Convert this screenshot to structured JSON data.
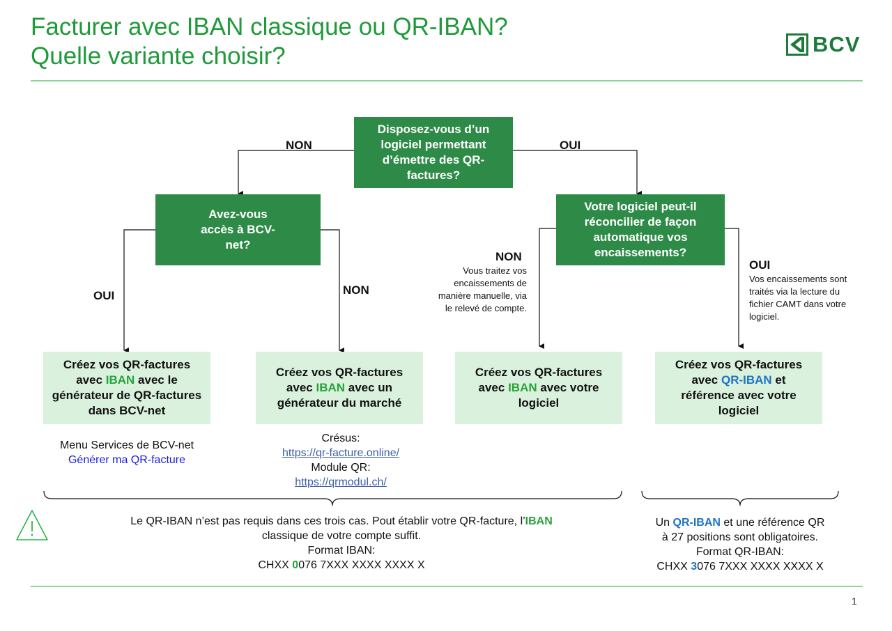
{
  "header": {
    "title_line1": "Facturer avec IBAN classique ou QR-IBAN?",
    "title_line2": "Quelle variante choisir?",
    "logo_text": "BCV"
  },
  "colors": {
    "title": "#1f9a3a",
    "decision_box": "#2e8b47",
    "result_box": "#d9f1dd",
    "accent_green": "#26a23a",
    "accent_blue": "#1f73c4"
  },
  "decisions": {
    "d1": "Disposez-vous d’un logiciel permettant d’émettre des QR-factures?",
    "d2": "Avez-vous accès à BCV-net?",
    "d3": "Votre logiciel peut-il réconcilier de façon automatique vos encaissements?"
  },
  "labels": {
    "d1_no": "NON",
    "d1_yes": "OUI",
    "d2_yes": "OUI",
    "d2_no": "NON",
    "d3_no": "NON",
    "d3_yes": "OUI"
  },
  "notes": {
    "d3_no_note": "Vous traitez vos encaissements de manière manuelle, via le relevé de compte.",
    "d3_yes_note": "Vos encaissements sont traités via la lecture du fichier CAMT dans votre logiciel."
  },
  "results": {
    "r1": {
      "a": "Créez vos QR-factures avec ",
      "b": "IBAN",
      "c": " avec le générateur de QR-factures dans BCV-net"
    },
    "r2": {
      "a": "Créez vos QR-factures avec ",
      "b": "IBAN",
      "c": " avec un générateur du marché"
    },
    "r3": {
      "a": "Créez vos QR-factures avec ",
      "b": "IBAN",
      "c": " avec votre logiciel"
    },
    "r4": {
      "a": "Créez vos QR-factures avec ",
      "b": "QR-IBAN",
      "c": " et référence avec votre logiciel"
    }
  },
  "below_r1": {
    "line1": "Menu Services de BCV-net",
    "link": "Générer ma QR-facture"
  },
  "below_r2": {
    "label1": "Crésus:",
    "link1": "https://qr-facture.online/",
    "label2": "Module QR:",
    "link2": "https://qrmodul.ch/"
  },
  "bottom_left": {
    "line1a": "Le QR-IBAN n’est pas requis dans ces trois cas. Pout établir votre QR-facture, l’",
    "line1b": "IBAN",
    "line2": "classique de votre compte suffit.",
    "line3": "Format IBAN:",
    "fmt_a": "CHXX ",
    "fmt_b": "0",
    "fmt_c": "076 7XXX XXXX XXXX X"
  },
  "bottom_right": {
    "l1a": "Un ",
    "l1b": "QR-IBAN",
    "l1c": " et une référence QR",
    "l2": "à 27 positions sont obligatoires.",
    "l3": "Format QR-IBAN:",
    "fmt_a": "CHXX ",
    "fmt_b": "3",
    "fmt_c": "076 7XXX XXXX XXXX X"
  },
  "page_number": "1"
}
